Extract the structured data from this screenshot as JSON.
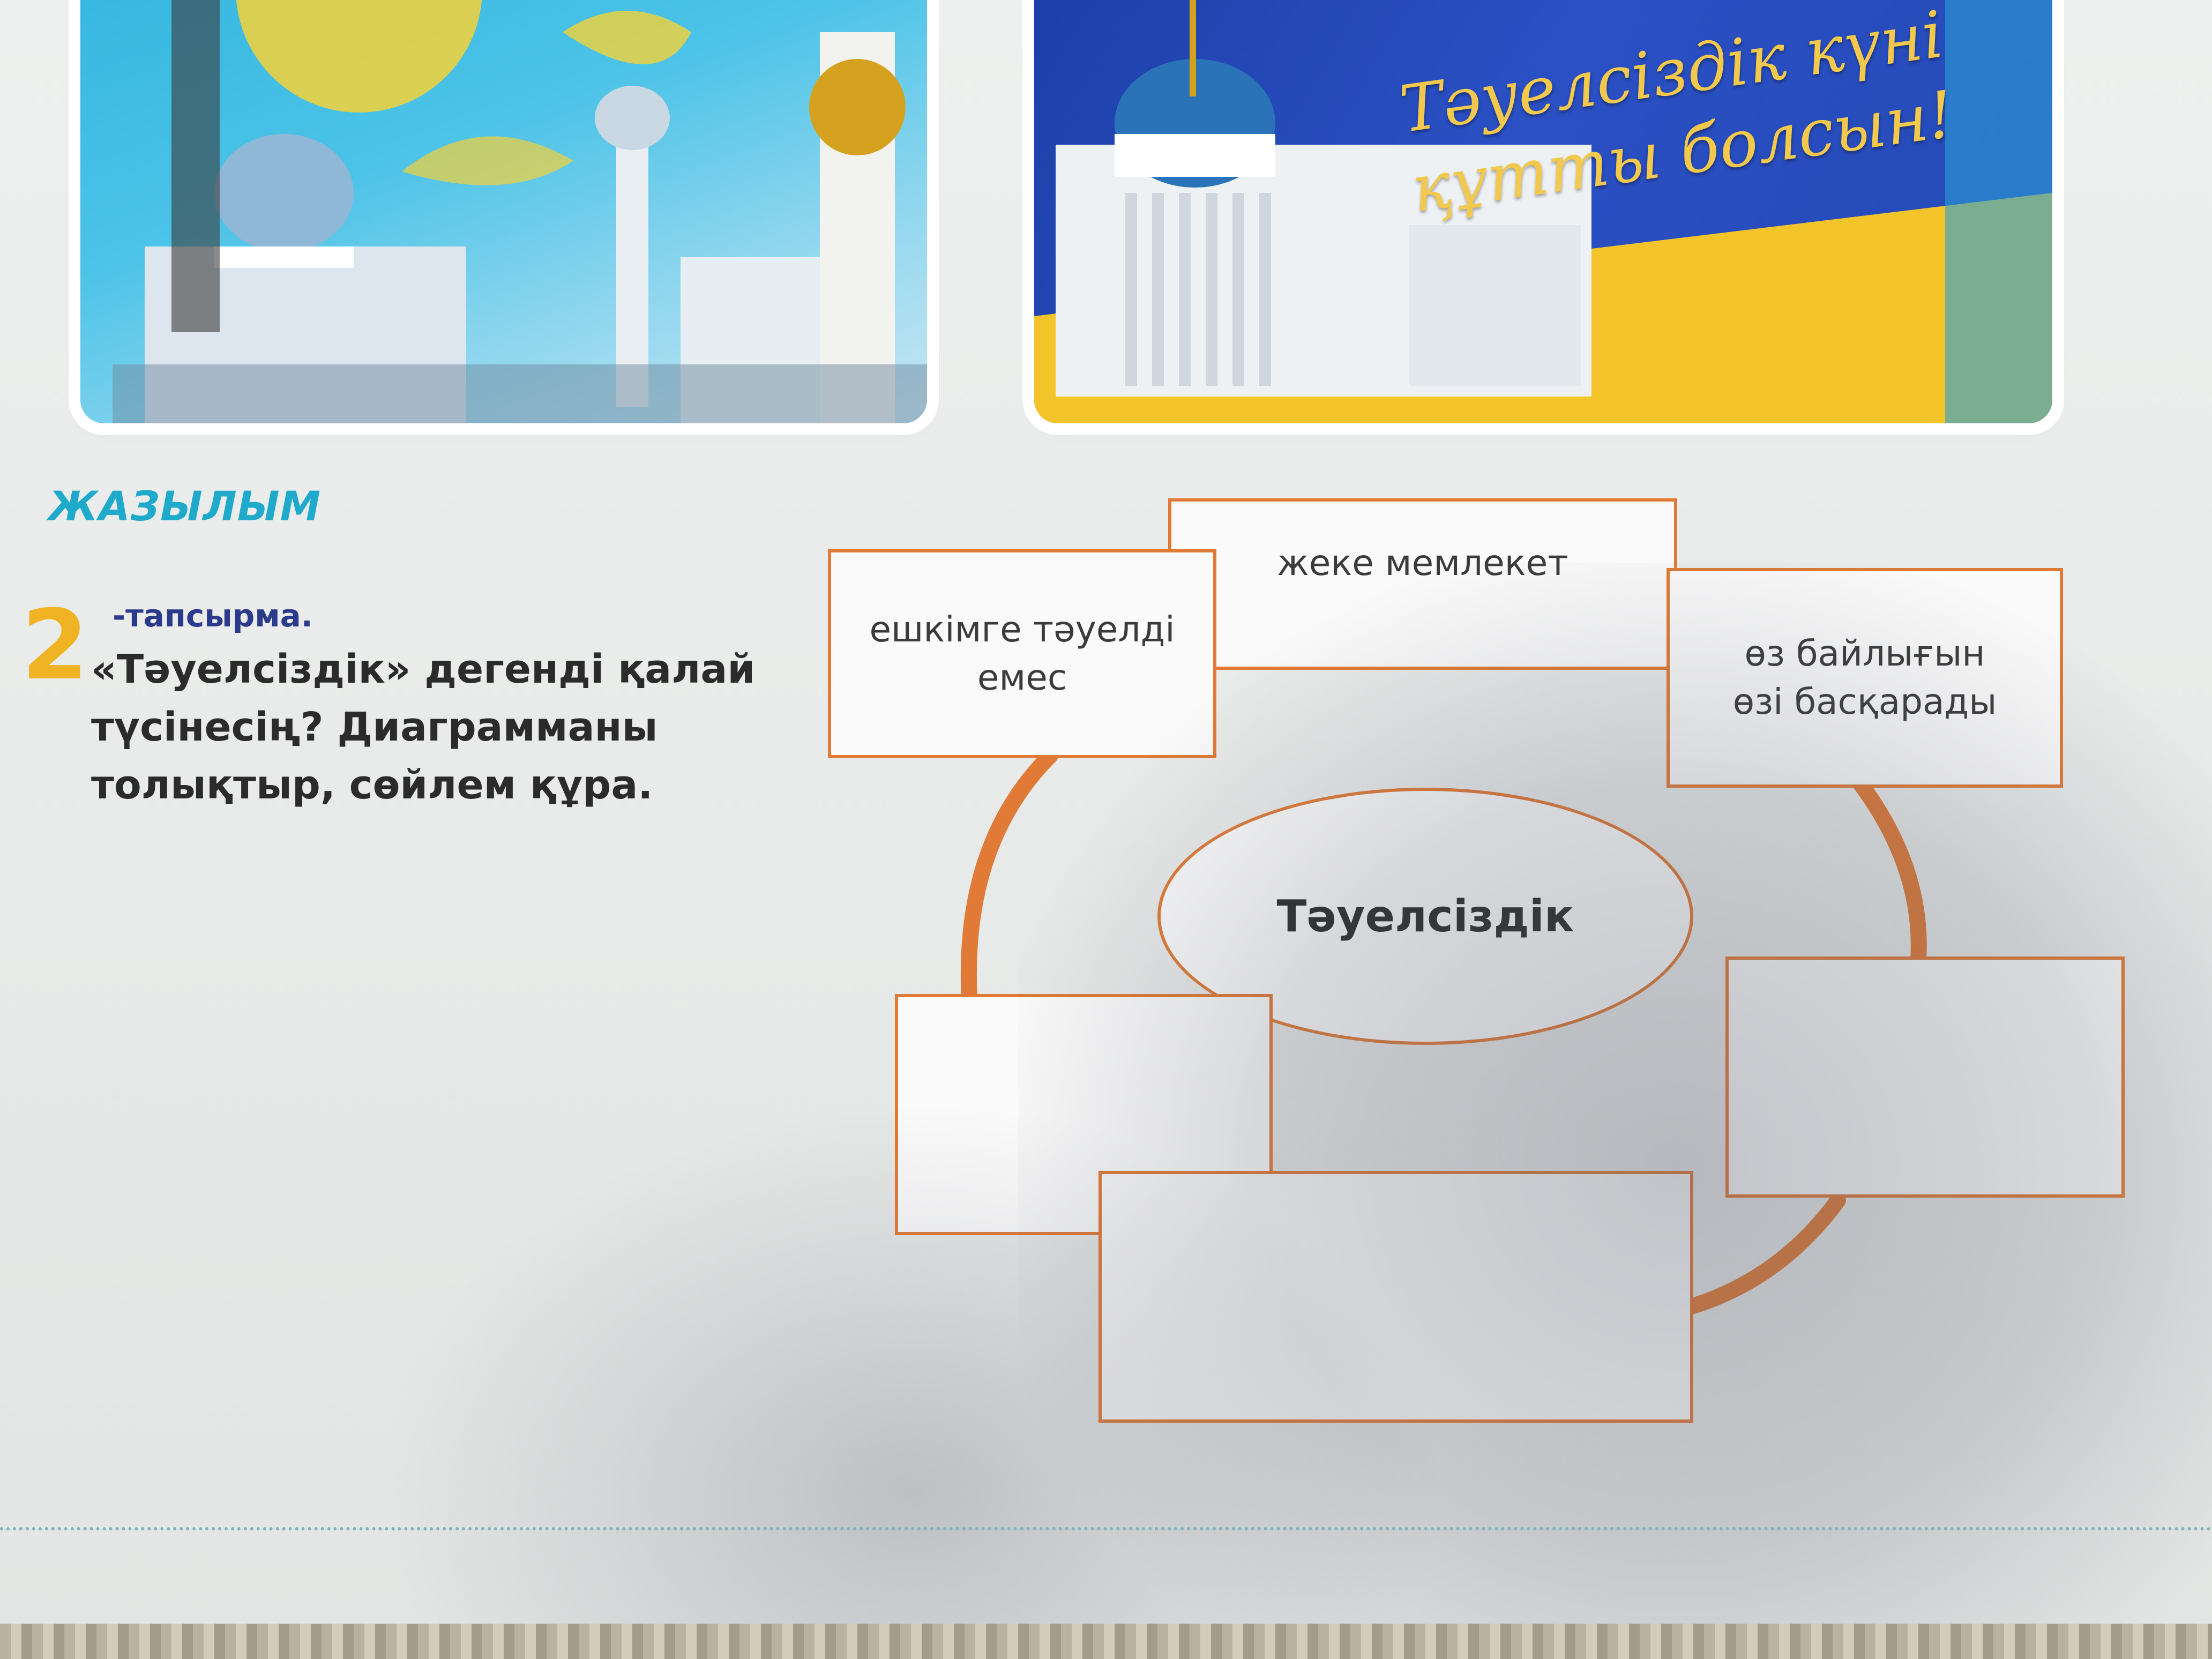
{
  "photos": {
    "right_greeting_line1": "Тәуелсіздік күні",
    "right_greeting_line2": "құтты болсын!"
  },
  "section": {
    "title": "ЖАЗЫЛЫМ"
  },
  "task": {
    "number": "2",
    "label": "-тапсырма.",
    "line1": "«Тәуелсіздік» дегенді қалай",
    "line2": "түсінесің? Диаграмманы",
    "line3": "толықтыр, сөйлем құра."
  },
  "diagram": {
    "center": "Тәуелсіздік",
    "box_top_left": {
      "line1": "ешкімге тәуелді",
      "line2": "емес"
    },
    "box_top_middle": "жеке мемлекет",
    "box_top_right": {
      "line1": "өз байлығын",
      "line2": "өзі басқарады"
    },
    "box_bottom_left": "",
    "box_bottom_middle": "",
    "box_bottom_right": "",
    "accent_color": "#e07a36"
  }
}
